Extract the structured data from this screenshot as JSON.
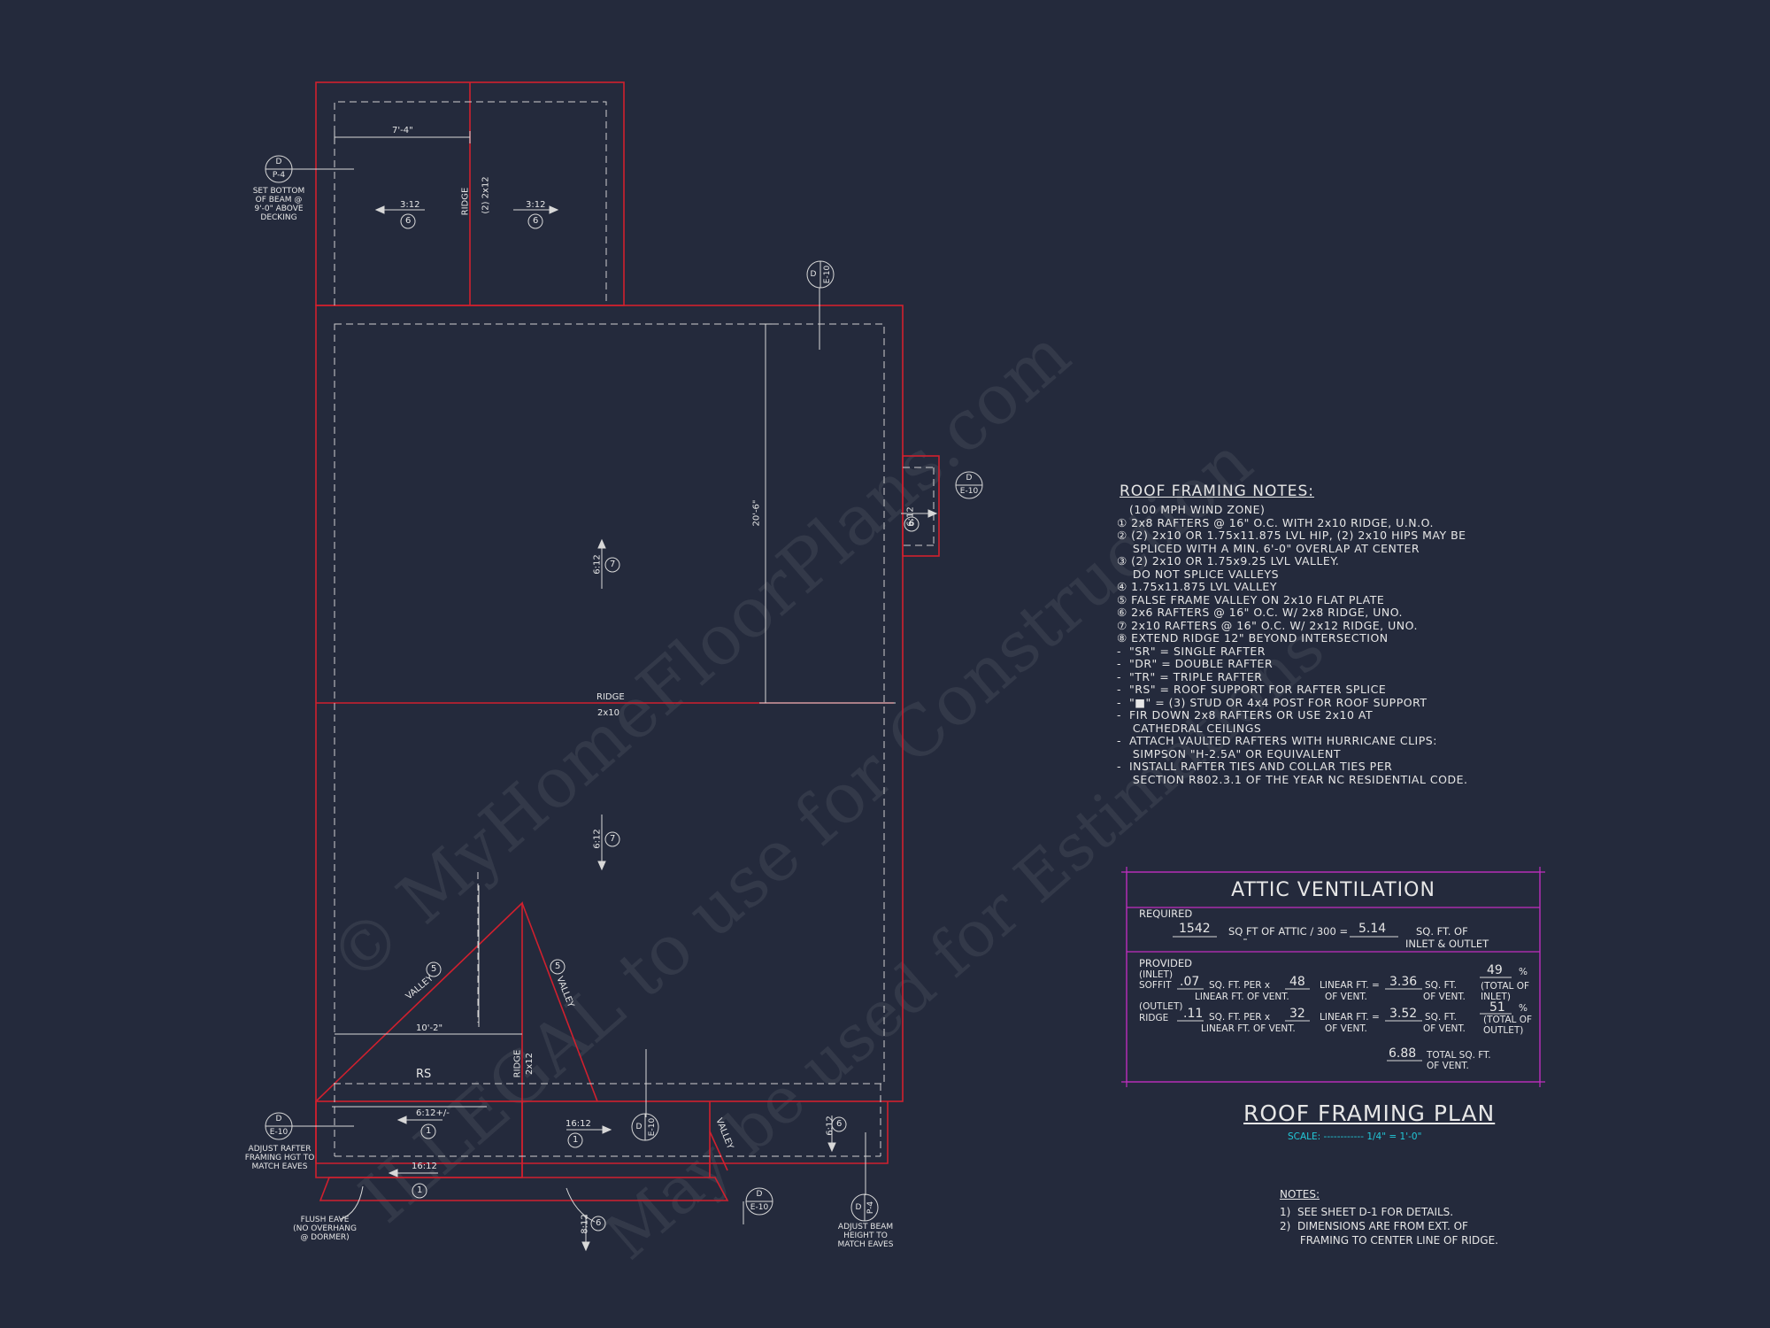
{
  "watermark": {
    "line1": "© MyHomeFloorPlans.com",
    "line2": "ILLEGAL to use for Construction",
    "line3": "May be used for Estimations"
  },
  "plan": {
    "dim_top": "7'-4\"",
    "ridge_top": "RIDGE",
    "ridge_top_size": "(2) 2x12",
    "pitch_left_top": "3:12",
    "pitch_right_top": "3:12",
    "tag_6": "6",
    "tag_7": "7",
    "tag_1": "1",
    "tag_5": "5",
    "dim_vertical": "20'-6\"",
    "pitch_main_upper": "6:12",
    "pitch_main_lower": "6:12",
    "ridge_mid": "RIDGE",
    "ridge_mid_size": "2x10",
    "bump_pitch": "6:12",
    "valley_label": "VALLEY",
    "dim_lower": "10'-2\"",
    "rs_label": "RS",
    "ridge_lower": "RIDGE",
    "ridge_lower_size": "2x12",
    "pitch_lower_left": "6:12+/-",
    "pitch_lower_mid": "16:12",
    "pitch_bottom": "16:12",
    "pitch_bottom_center": "8:12",
    "pitch_bottom_right": "6:12",
    "callout_d": "D",
    "callout_p4": "P-4",
    "callout_e10": "E-10",
    "note_beam": [
      "SET BOTTOM",
      "OF BEAM @",
      "9'-0\" ABOVE",
      "DECKING"
    ],
    "note_adjust_rafter": [
      "ADJUST RAFTER",
      "FRAMING HGT TO",
      "MATCH EAVES"
    ],
    "note_flush_eave": [
      "FLUSH EAVE",
      "(NO OVERHANG",
      "@ DORMER)"
    ],
    "note_adjust_beam": [
      "ADJUST BEAM",
      "HEIGHT TO",
      "MATCH EAVES"
    ]
  },
  "roof_notes": {
    "title": "ROOF FRAMING NOTES:",
    "lines": [
      "(100 MPH WIND ZONE)",
      "① 2x8 RAFTERS @ 16\" O.C. WITH 2x10 RIDGE, U.N.O.",
      "② (2) 2x10 OR 1.75x11.875 LVL HIP, (2) 2x10 HIPS MAY BE",
      "    SPLICED WITH A MIN. 6'-0\" OVERLAP AT CENTER",
      "③ (2) 2x10 OR 1.75x9.25 LVL VALLEY.",
      "    DO NOT SPLICE VALLEYS",
      "④ 1.75x11.875 LVL VALLEY",
      "⑤ FALSE FRAME VALLEY ON 2x10 FLAT PLATE",
      "⑥ 2x6 RAFTERS @ 16\" O.C. W/ 2x8 RIDGE, UNO.",
      "⑦ 2x10 RAFTERS @ 16\" O.C. W/ 2x12 RIDGE, UNO.",
      "⑧ EXTEND RIDGE 12\" BEYOND INTERSECTION",
      "-  \"SR\" = SINGLE RAFTER",
      "-  \"DR\" = DOUBLE RAFTER",
      "-  \"TR\" = TRIPLE RAFTER",
      "-  \"RS\" = ROOF SUPPORT FOR RAFTER SPLICE",
      "-  \"■\" = (3) STUD OR 4x4 POST FOR ROOF SUPPORT",
      "-  FIR DOWN 2x8 RAFTERS OR USE 2x10 AT",
      "    CATHEDRAL CEILINGS",
      "-  ATTACH VAULTED RAFTERS WITH HURRICANE CLIPS:",
      "    SIMPSON \"H-2.5A\" OR EQUIVALENT",
      "-  INSTALL RAFTER TIES AND COLLAR TIES PER",
      "    SECTION R802.3.1 OF THE YEAR NC RESIDENTIAL CODE."
    ]
  },
  "attic": {
    "title": "ATTIC VENTILATION",
    "required_label": "REQUIRED",
    "sqft_attic": "1542",
    "sqft_attic_text": "SQ FT OF ATTIC / 300 =",
    "required_value": "5.14",
    "required_unit": "SQ. FT. OF",
    "required_unit2": "INLET & OUTLET",
    "provided_label": "PROVIDED",
    "inlet_label": "(INLET)",
    "soffit_label": "SOFFIT",
    "soffit_rate": ".07",
    "per_text": "SQ. FT. PER x",
    "per_text2": "LINEAR FT. OF VENT.",
    "soffit_linear": "48",
    "linear_text": "LINEAR FT. =",
    "linear_text2": "OF VENT.",
    "soffit_total": "3.36",
    "sqft_text": "SQ. FT.",
    "sqft_text2": "OF VENT.",
    "soffit_pct": "49",
    "pct_sign": "%",
    "total_of_inlet": "(TOTAL OF",
    "total_of_inlet2": "INLET)",
    "outlet_label": "(OUTLET)",
    "ridge_label": "RIDGE",
    "ridge_rate": ".11",
    "ridge_linear": "32",
    "ridge_total": "3.52",
    "ridge_pct": "51",
    "total_of_outlet": "(TOTAL OF",
    "total_of_outlet2": "OUTLET)",
    "grand_total": "6.88",
    "total_text": "TOTAL SQ. FT.",
    "total_text2": "OF VENT."
  },
  "title_block": {
    "title": "ROOF FRAMING PLAN",
    "scale_label": "SCALE: ------------ 1/4\" = 1'-0\""
  },
  "footer_notes": {
    "title": "NOTES:",
    "lines": [
      "1)  SEE SHEET D-1 FOR DETAILS.",
      "2)  DIMENSIONS ARE FROM EXT. OF",
      "      FRAMING TO CENTER LINE OF RIDGE."
    ]
  },
  "colors": {
    "background": "#242a3c",
    "wall_red": "#d0202e",
    "line_white": "#d8d8d8",
    "attic_border": "#c02fc0",
    "scale_cyan": "#22c8d8"
  }
}
